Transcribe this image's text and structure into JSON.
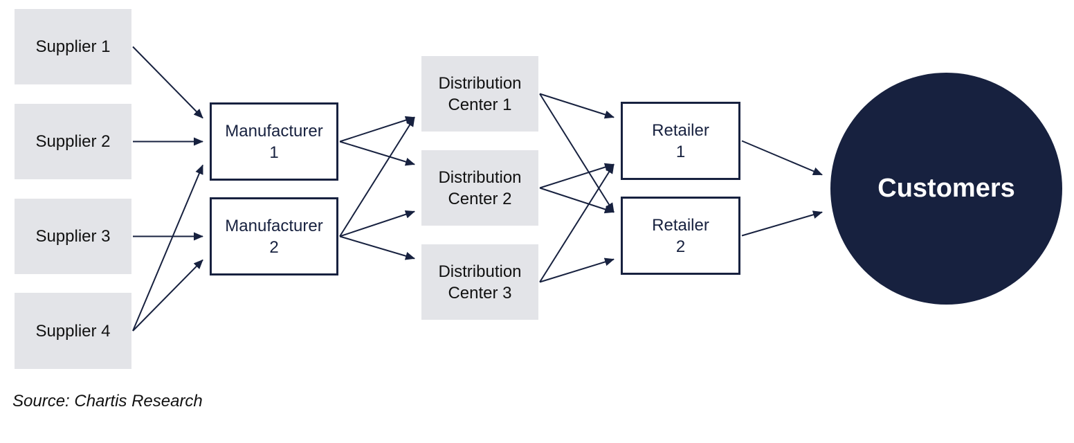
{
  "colors": {
    "navy": "#17213f",
    "gray_box": "#e3e4e8",
    "background": "#ffffff"
  },
  "suppliers": [
    {
      "label": "Supplier 1"
    },
    {
      "label": "Supplier 2"
    },
    {
      "label": "Supplier 3"
    },
    {
      "label": "Supplier 4"
    }
  ],
  "manufacturers": [
    {
      "line1": "Manufacturer",
      "line2": "1"
    },
    {
      "line1": "Manufacturer",
      "line2": "2"
    }
  ],
  "distribution_centers": [
    {
      "line1": "Distribution",
      "line2": "Center 1"
    },
    {
      "line1": "Distribution",
      "line2": "Center 2"
    },
    {
      "line1": "Distribution",
      "line2": "Center 3"
    }
  ],
  "retailers": [
    {
      "line1": "Retailer",
      "line2": "1"
    },
    {
      "line1": "Retailer",
      "line2": "2"
    }
  ],
  "customers": {
    "label": "Customers"
  },
  "edges": [
    {
      "from": "supplier-1",
      "to": "manufacturer-1"
    },
    {
      "from": "supplier-2",
      "to": "manufacturer-1"
    },
    {
      "from": "supplier-3",
      "to": "manufacturer-2"
    },
    {
      "from": "supplier-4",
      "to": "manufacturer-1"
    },
    {
      "from": "supplier-4",
      "to": "manufacturer-2"
    },
    {
      "from": "manufacturer-1",
      "to": "distribution-center-1"
    },
    {
      "from": "manufacturer-1",
      "to": "distribution-center-2"
    },
    {
      "from": "manufacturer-2",
      "to": "distribution-center-1"
    },
    {
      "from": "manufacturer-2",
      "to": "distribution-center-2"
    },
    {
      "from": "manufacturer-2",
      "to": "distribution-center-3"
    },
    {
      "from": "distribution-center-1",
      "to": "retailer-1"
    },
    {
      "from": "distribution-center-1",
      "to": "retailer-2"
    },
    {
      "from": "distribution-center-2",
      "to": "retailer-1"
    },
    {
      "from": "distribution-center-2",
      "to": "retailer-2"
    },
    {
      "from": "distribution-center-3",
      "to": "retailer-1"
    },
    {
      "from": "distribution-center-3",
      "to": "retailer-2"
    },
    {
      "from": "retailer-1",
      "to": "customers"
    },
    {
      "from": "retailer-2",
      "to": "customers"
    }
  ],
  "source": "Source: Chartis Research"
}
